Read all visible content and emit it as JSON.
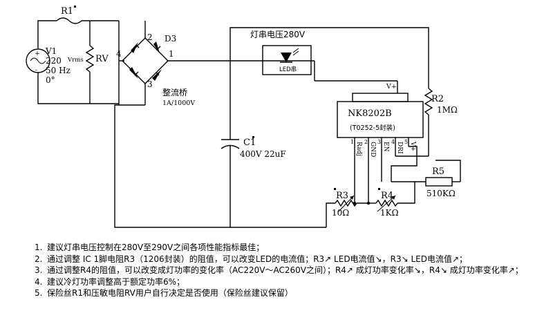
{
  "components": {
    "v1": {
      "name": "V1",
      "voltage": "220",
      "freq": "50 Hz",
      "phase": "0°"
    },
    "r1": {
      "name": "R1"
    },
    "rv": {
      "name": "RV",
      "label": "Vrms"
    },
    "d3": {
      "name": "D3",
      "pins": [
        "1",
        "2",
        "3",
        "4"
      ],
      "label": "整流桥",
      "rating": "1A/1000V"
    },
    "led": {
      "title": "灯串电压280V",
      "label": "LED串"
    },
    "c1": {
      "name": "C1",
      "value": "400V 22uF"
    },
    "ic": {
      "name": "NK8202B",
      "package": "(T0252-5封装)",
      "vplus": "V+",
      "pins": [
        {
          "num": "1",
          "name": "Radj"
        },
        {
          "num": "2",
          "name": "GND"
        },
        {
          "num": "3",
          "name": "EN"
        },
        {
          "num": "4",
          "name": "DRI"
        },
        {
          "num": "5",
          "name": "V+"
        }
      ]
    },
    "r2": {
      "name": "R2",
      "value": "1MΩ"
    },
    "r5": {
      "name": "R5",
      "value": "510KΩ"
    },
    "r3": {
      "name": "R3",
      "value": "10Ω"
    },
    "r4": {
      "name": "R4",
      "value": "1KΩ"
    }
  },
  "notes": [
    {
      "num": "1.",
      "text": "建议灯串电压控制在280V至290V之间各项性能指标最佳；"
    },
    {
      "num": "2.",
      "text": "通过调整 IC 1脚电阻R3（1206封装）的阻值，可以改变LED的电流值；R3↗ LED电流值↘，R3↘ LED电流值↗；"
    },
    {
      "num": "3.",
      "text": "通过调整R4的阻值，可以改变成灯功率的变化率（AC220V～AC260V之间）；R4↗ 成灯功率变化率↘，R4↘ 成灯功率变化率↗；"
    },
    {
      "num": "4.",
      "text": "建议冷灯功率调整高于额定功率6%；"
    },
    {
      "num": "5.",
      "text": "保险丝R1和压敏电阻RV用户自行决定是否使用（保险丝建议保留）"
    }
  ]
}
